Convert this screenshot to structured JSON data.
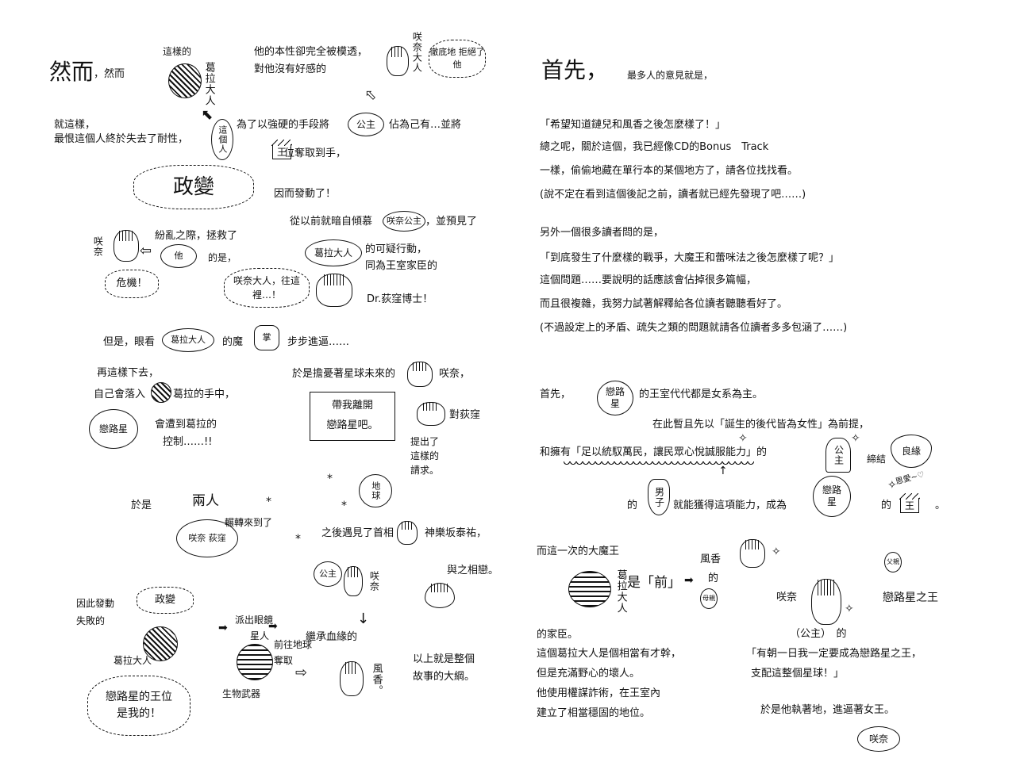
{
  "left": {
    "ranger_big": "然而",
    "ranger_small": "，然而",
    "such": "這樣的",
    "gela_v": "葛拉大人",
    "nature1": "他的本性卻完全被模透，",
    "nature2": "對他沒有好感的",
    "sakina_v": "咲奈大人",
    "refuse": "徹底地 拒絕了他",
    "thus1": "就這樣，",
    "thus2": "最恨這個人終於失去了耐性，",
    "this_person": "這個人",
    "force": "為了以強硬的手段將",
    "princess": "公主",
    "own": "佔為己有…並將",
    "crown": "王",
    "seize": "位奪取到手，",
    "coup": "政變",
    "launched": "因而發動了！",
    "admire1": "從以前就暗自傾慕",
    "sakina_princess": "咲奈公主",
    "admire2": "，並預見了",
    "sakina_v2": "咲奈",
    "chaos": "紛亂之際，拯救了",
    "him": "他",
    "was": "的是，",
    "crisis": "危機！",
    "gela_bubble": "葛拉大人",
    "suspicious": "的可疑行動，",
    "retainer": "同為王室家臣的",
    "this_way": "咲奈大人，往這裡…！",
    "doctor": "Dr.荻窪博士！",
    "but": "但是，眼看",
    "gela_bubble2": "葛拉大人",
    "demon": "的魔",
    "palm": "掌",
    "approach": "步步進逼……",
    "goon": "再這樣下去，",
    "fall": "自己會落入",
    "gela_hand": "葛拉的手中，",
    "planet": "戀路星",
    "control1": "會遭到葛拉的",
    "control2": "控制……!!",
    "then": "於是",
    "two": "兩人",
    "pod": "咲奈 荻窪",
    "arrived": "輾轉來到了",
    "worry": "於是擔憂著星球未來的",
    "sakina3": "咲奈，",
    "box1": "帶我離開",
    "box2": "戀路星吧。",
    "to_ogi": "對荻窪",
    "request1": "提出了",
    "request2": "這樣的",
    "request3": "請求。",
    "earth": "地球",
    "met": "之後遇見了首相",
    "kagura": "神樂坂泰祐，",
    "love": "與之相戀。",
    "princess2": "公主",
    "sakina4": "咲奈",
    "inherit": "繼承血緣的",
    "fuka": "風香。",
    "failed1": "因此發動",
    "failed2": "失敗的",
    "coup2": "政變",
    "sent1": "派出眼鏡",
    "sent2": "星人",
    "goto1": "前往地球",
    "goto2": "奪取",
    "bioweapon": "生物武器",
    "gela_name": "葛拉大人",
    "throne1": "戀路星的王位",
    "throne2": "是我的！",
    "summary1": "以上就是整個",
    "summary2": "故事的大綱。"
  },
  "right": {
    "first_big": "首先，",
    "first_small": "最多人的意見就是，",
    "p1": [
      "「希望知道鏈兒和風香之後怎麼樣了！」",
      "總之呢，關於這個，我已經像CD的Bonus　Track",
      "一樣，偷偷地藏在單行本的某個地方了，請各位找找看。",
      "(說不定在看到這個後記之前，讀者就已經先發現了吧……)"
    ],
    "p2": [
      "另外一個很多讀者問的是，",
      "「到底發生了什麼樣的戰爭，大魔王和蕾咪法之後怎麼樣了呢？」",
      "這個問題……要說明的話應該會佔掉很多篇幅，",
      "而且很複雜，我努力試著解釋給各位讀者聽聽看好了。",
      "(不過設定上的矛盾、疏失之類的問題就請各位讀者多多包涵了……)"
    ],
    "first2": "首先，",
    "planet": "戀路星",
    "matrilineal": "的王室代代都是女系為主。",
    "premise": "在此暫且先以「誕生的後代皆為女性」為前提，",
    "ability": "和擁有「足以統馭萬民，讓民眾心悅誠服能力」的",
    "princess": "公主",
    "bond": "締結",
    "good_match": "良緣",
    "lovey": "恩愛~♡",
    "of": "的",
    "male": "男子",
    "gain": "就能獲得這項能力，成為",
    "planet2": "戀路星",
    "of2": "的",
    "king": "王",
    "period": "。",
    "demon_king": "而這一次的大魔王",
    "gela_v": "葛拉大人",
    "is_former": "是「前」",
    "fuka_of": "風香",
    "of3": "的",
    "mother": "母親",
    "sakina": "咲奈",
    "father": "父親",
    "king_of_planet": "戀路星之王",
    "princess_of": "（公主）　的",
    "retainer": "的家臣。",
    "p3": [
      "這個葛拉大人是個相當有才幹，",
      "但是充滿野心的壞人。",
      "他使用權謀詐術，在王室內",
      "建立了相當穩固的地位。"
    ],
    "quote1": "「有朝一日我一定要成為戀路星之王，",
    "quote2": "支配這整個星球！」",
    "pressed": "於是他執著地，進逼著女王。",
    "sakina_sig": "咲奈"
  }
}
